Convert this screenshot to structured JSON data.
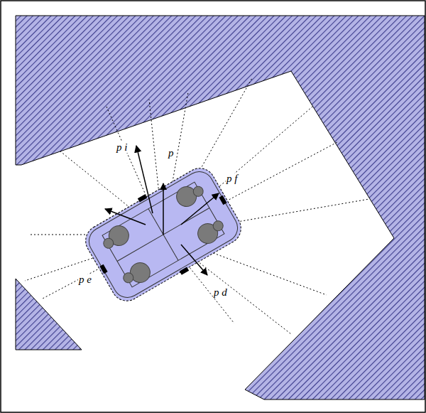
{
  "diagram": {
    "labels": [
      "p i",
      "p",
      "p f",
      "p d",
      "p e"
    ]
  }
}
